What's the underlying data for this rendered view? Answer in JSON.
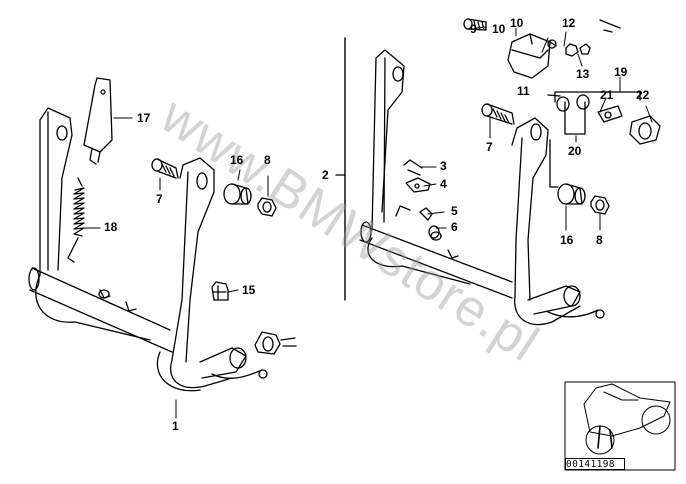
{
  "diagram": {
    "callouts": [
      {
        "id": "c1",
        "text": "1"
      },
      {
        "id": "c2",
        "text": "2"
      },
      {
        "id": "c3",
        "text": "3"
      },
      {
        "id": "c4",
        "text": "4"
      },
      {
        "id": "c5",
        "text": "5"
      },
      {
        "id": "c6",
        "text": "6"
      },
      {
        "id": "c7a",
        "text": "7"
      },
      {
        "id": "c7b",
        "text": "7"
      },
      {
        "id": "c8a",
        "text": "8"
      },
      {
        "id": "c8b",
        "text": "8"
      },
      {
        "id": "c9",
        "text": "9"
      },
      {
        "id": "c10a",
        "text": "10"
      },
      {
        "id": "c10b",
        "text": "10"
      },
      {
        "id": "c11",
        "text": "11"
      },
      {
        "id": "c12",
        "text": "12"
      },
      {
        "id": "c13",
        "text": "13"
      },
      {
        "id": "c15",
        "text": "15"
      },
      {
        "id": "c16a",
        "text": "16"
      },
      {
        "id": "c16b",
        "text": "16"
      },
      {
        "id": "c17",
        "text": "17"
      },
      {
        "id": "c18",
        "text": "18"
      },
      {
        "id": "c19",
        "text": "19"
      },
      {
        "id": "c20",
        "text": "20"
      },
      {
        "id": "c21",
        "text": "21"
      },
      {
        "id": "c22",
        "text": "22"
      }
    ],
    "part_number": "00141198",
    "watermark": "www.BMWstore.pl"
  }
}
